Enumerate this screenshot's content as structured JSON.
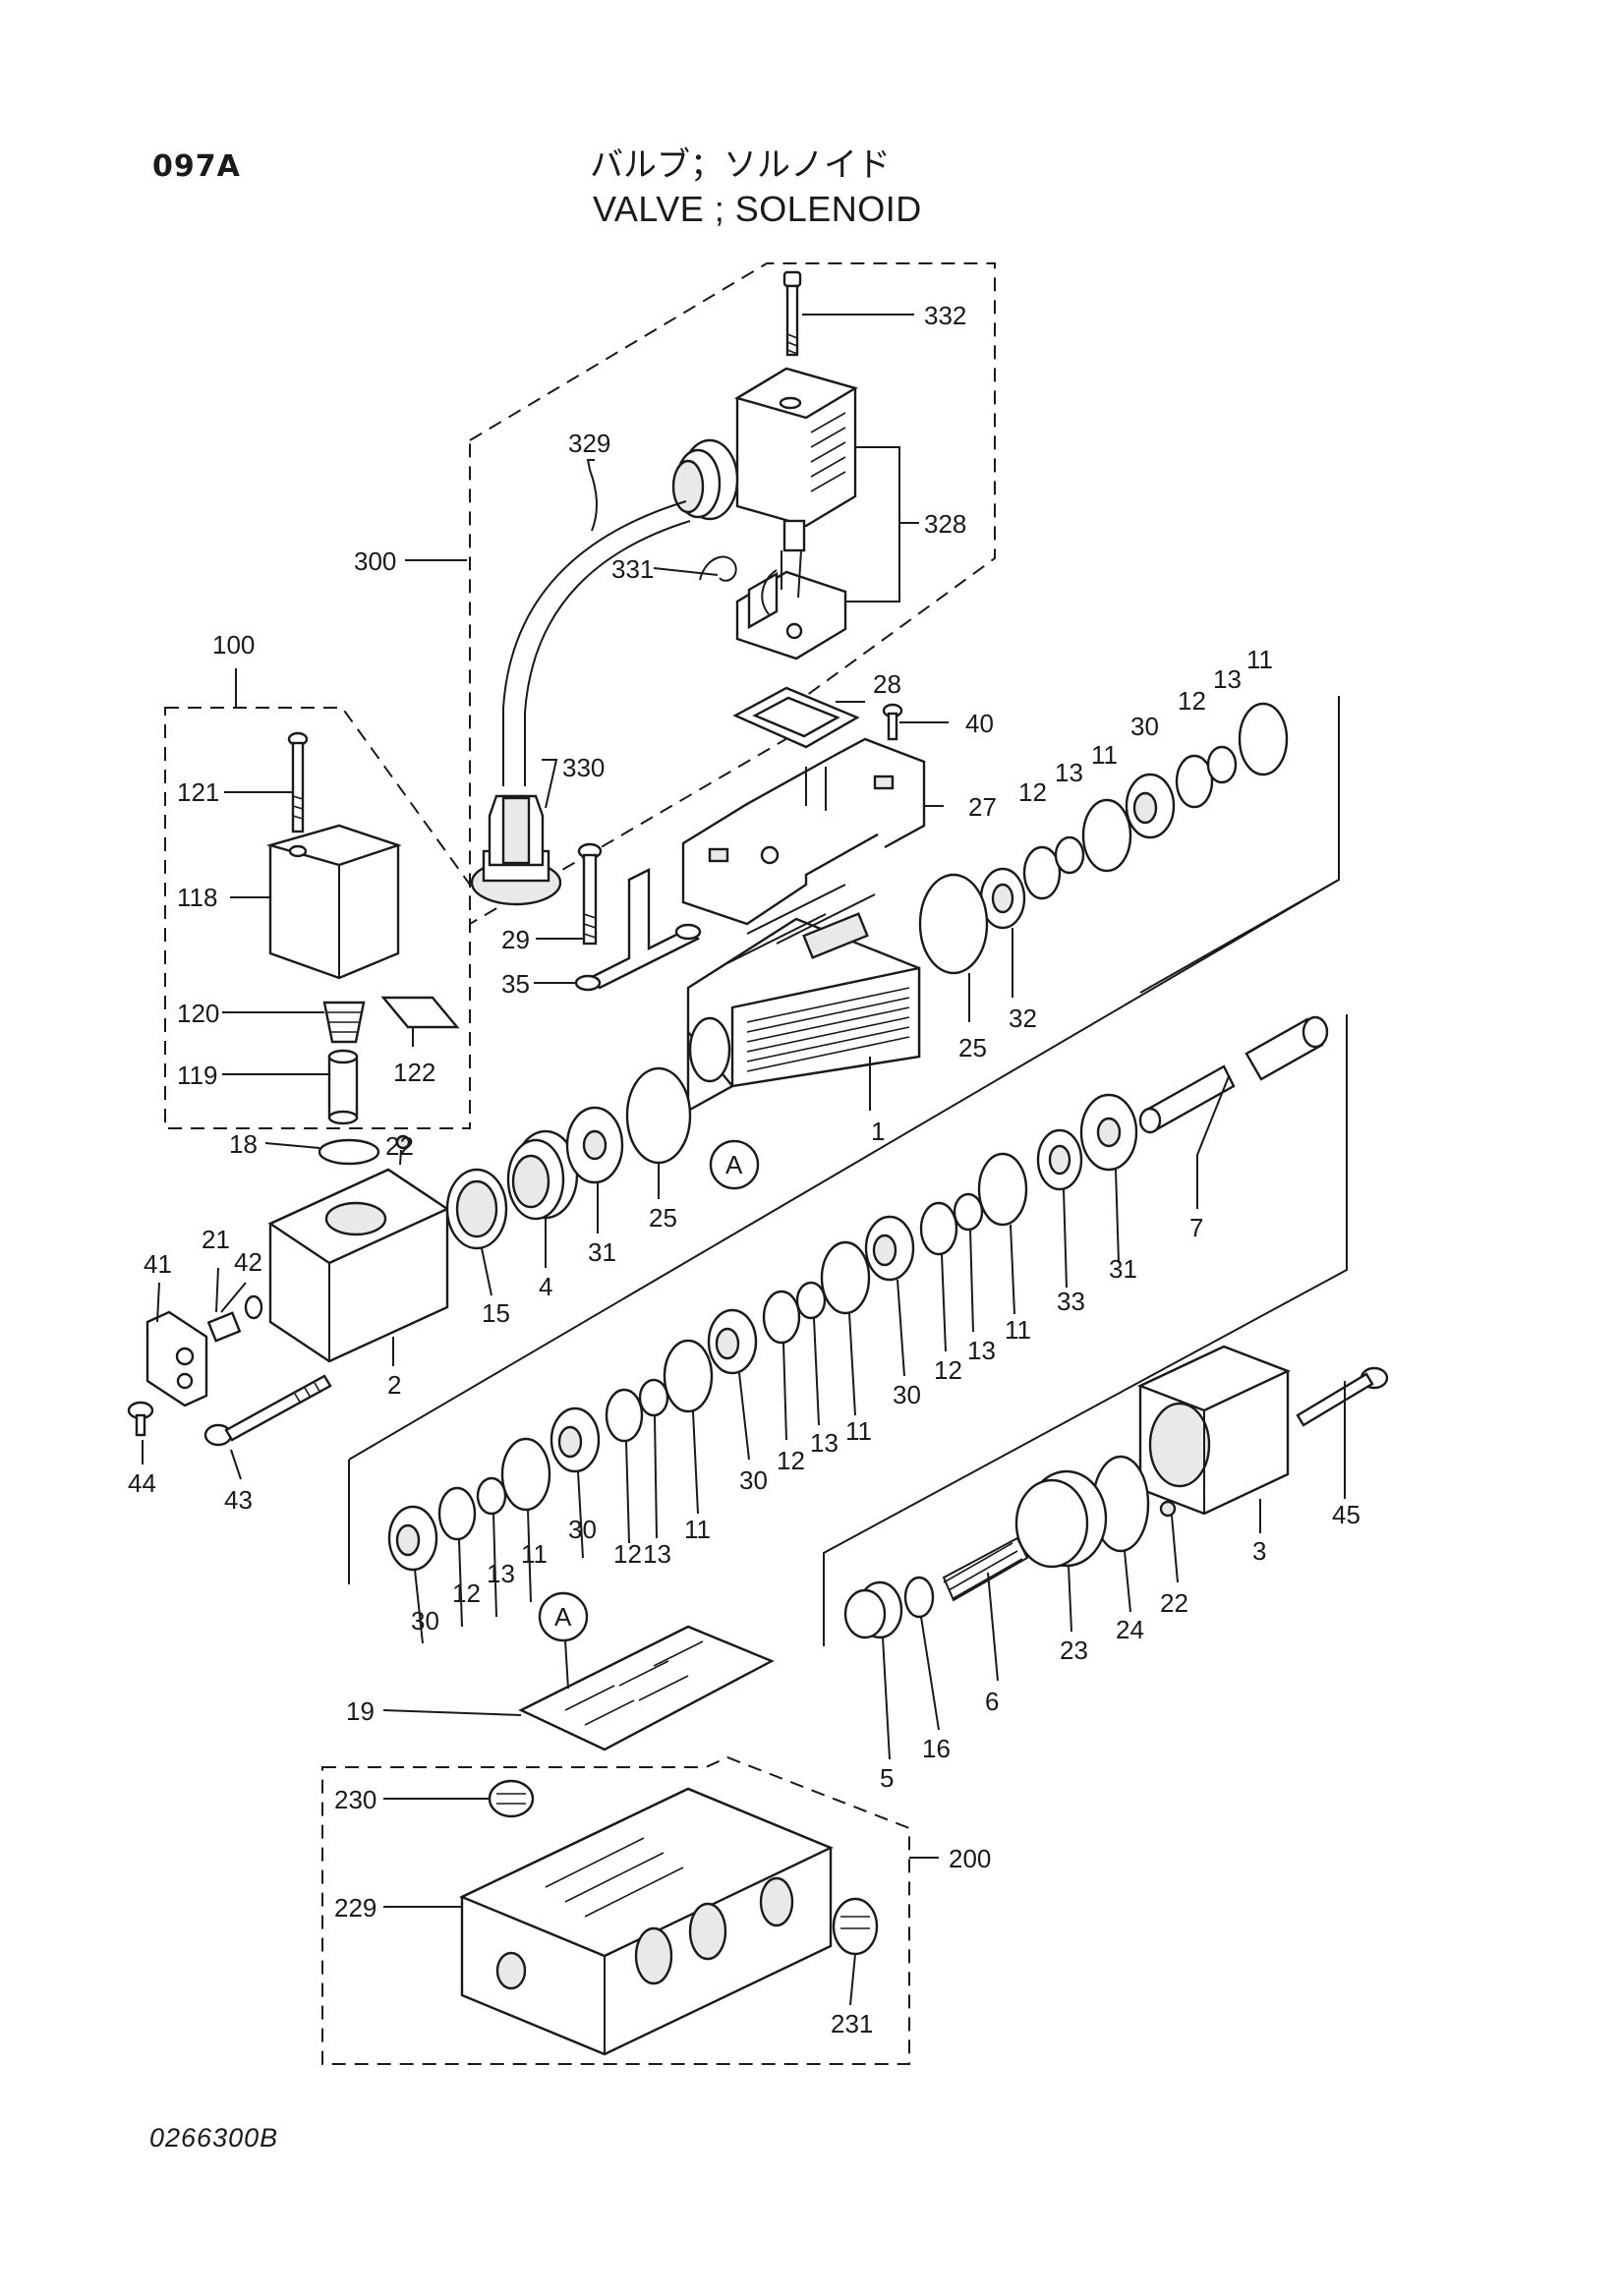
{
  "header": {
    "page_code": "097A",
    "title_jp": "バルブ；ソルノイド",
    "title_en": "VALVE ; SOLENOID"
  },
  "footer": {
    "drawing_number": "0266300B"
  },
  "callouts": {
    "c332": "332",
    "c329": "329",
    "c328": "328",
    "c300": "300",
    "c331": "331",
    "c100": "100",
    "c28": "28",
    "c40": "40",
    "c330": "330",
    "c121": "121",
    "c27": "27",
    "c118": "118",
    "c29": "29",
    "c35": "35",
    "c120": "120",
    "c122": "122",
    "c119": "119",
    "c1": "1",
    "c25a": "25",
    "c32": "32",
    "c12a": "12",
    "c13a": "13",
    "c11a": "11",
    "c30a": "30",
    "c12b": "12",
    "c13b": "13",
    "c11b": "11",
    "c18": "18",
    "c22a": "22",
    "c15": "15",
    "c4": "4",
    "c31a": "31",
    "c25b": "25",
    "cA1": "A",
    "c7": "7",
    "c31b": "31",
    "c33": "33",
    "c11c": "11",
    "c13c": "13",
    "c12c": "12",
    "c30b": "30",
    "c42": "42",
    "c21": "21",
    "c41": "41",
    "c2": "2",
    "c44": "44",
    "c43": "43",
    "c11d": "11",
    "c13d": "13",
    "c12d": "12",
    "c30c": "30",
    "c11e": "11",
    "c13e": "13",
    "c12e": "12",
    "c30d": "30",
    "c11f": "11",
    "c13f": "13",
    "c12f": "12",
    "c30e": "30",
    "c45": "45",
    "c3": "3",
    "c22b": "22",
    "c24": "24",
    "c23": "23",
    "c6": "6",
    "c16": "16",
    "c5": "5",
    "cA2": "A",
    "c19": "19",
    "c230": "230",
    "c200": "200",
    "c229": "229",
    "c231": "231"
  }
}
